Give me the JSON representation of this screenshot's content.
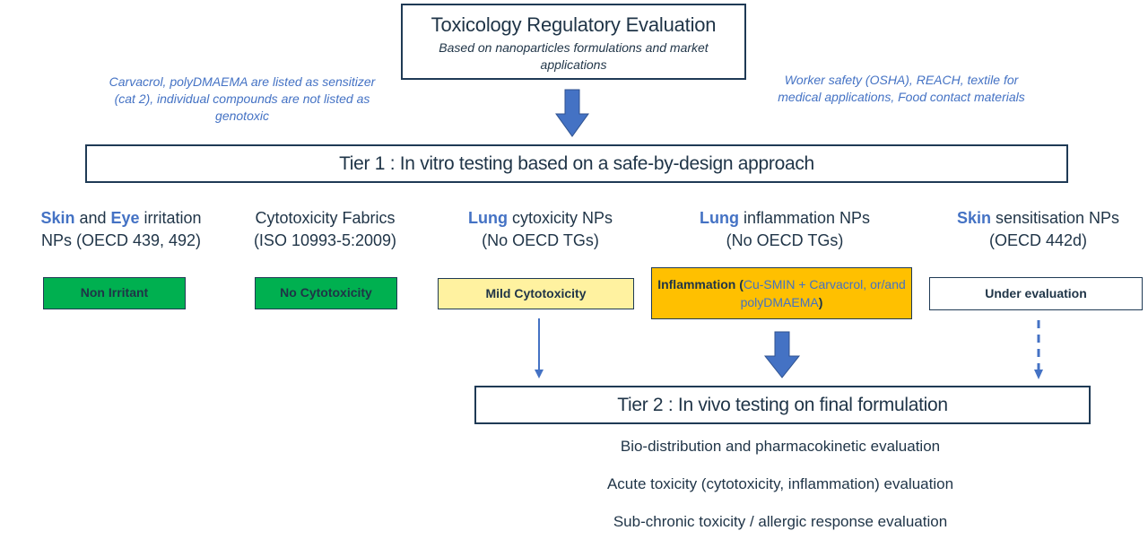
{
  "header": {
    "title": "Toxicology Regulatory Evaluation",
    "subtitle": "Based on nanoparticles formulations and market applications"
  },
  "notes": {
    "left": "Carvacrol, polyDMAEMA are listed as sensitizer (cat 2), individual compounds are not listed as genotoxic",
    "right": "Worker safety (OSHA), REACH, textile for medical applications, Food contact materials"
  },
  "tier1": {
    "label": "Tier 1 : In vitro testing based on a safe-by-design approach"
  },
  "categories": [
    {
      "highlight1": "Skin",
      "mid1": " and ",
      "highlight2": "Eye",
      "rest": " irritation",
      "line2": "NPs (OECD 439, 492)",
      "result": "Non Irritant",
      "result_color": "#00b050"
    },
    {
      "line1": "Cytotoxicity Fabrics",
      "line2": "(ISO 10993-5:2009)",
      "result": "No Cytotoxicity",
      "result_color": "#00b050"
    },
    {
      "highlight1": "Lung",
      "rest": " cytoxicity NPs",
      "line2": "(No OECD TGs)",
      "result": "Mild Cytotoxicity",
      "result_color": "#fff2a0"
    },
    {
      "highlight1": "Lung",
      "rest": " inflammation NPs",
      "line2": "(No OECD TGs)",
      "result_bold": "Inflammation (",
      "result_detail": "Cu-SMIN + Carvacrol, or/and polyDMAEMA",
      "result_close": ")",
      "result_color": "#ffc000"
    },
    {
      "highlight1": "Skin",
      "rest": " sensitisation NPs",
      "line2": "(OECD 442d)",
      "result": "Under evaluation",
      "result_color": "#ffffff"
    }
  ],
  "tier2": {
    "label": "Tier 2 : In vivo testing on final formulation"
  },
  "evaluations": [
    "Bio-distribution and pharmacokinetic evaluation",
    "Acute toxicity (cytotoxicity, inflammation) evaluation",
    "Sub-chronic toxicity / allergic response evaluation"
  ],
  "colors": {
    "accent_blue": "#4472c4",
    "border_navy": "#1f3a55",
    "text_dark": "#1f3447"
  }
}
